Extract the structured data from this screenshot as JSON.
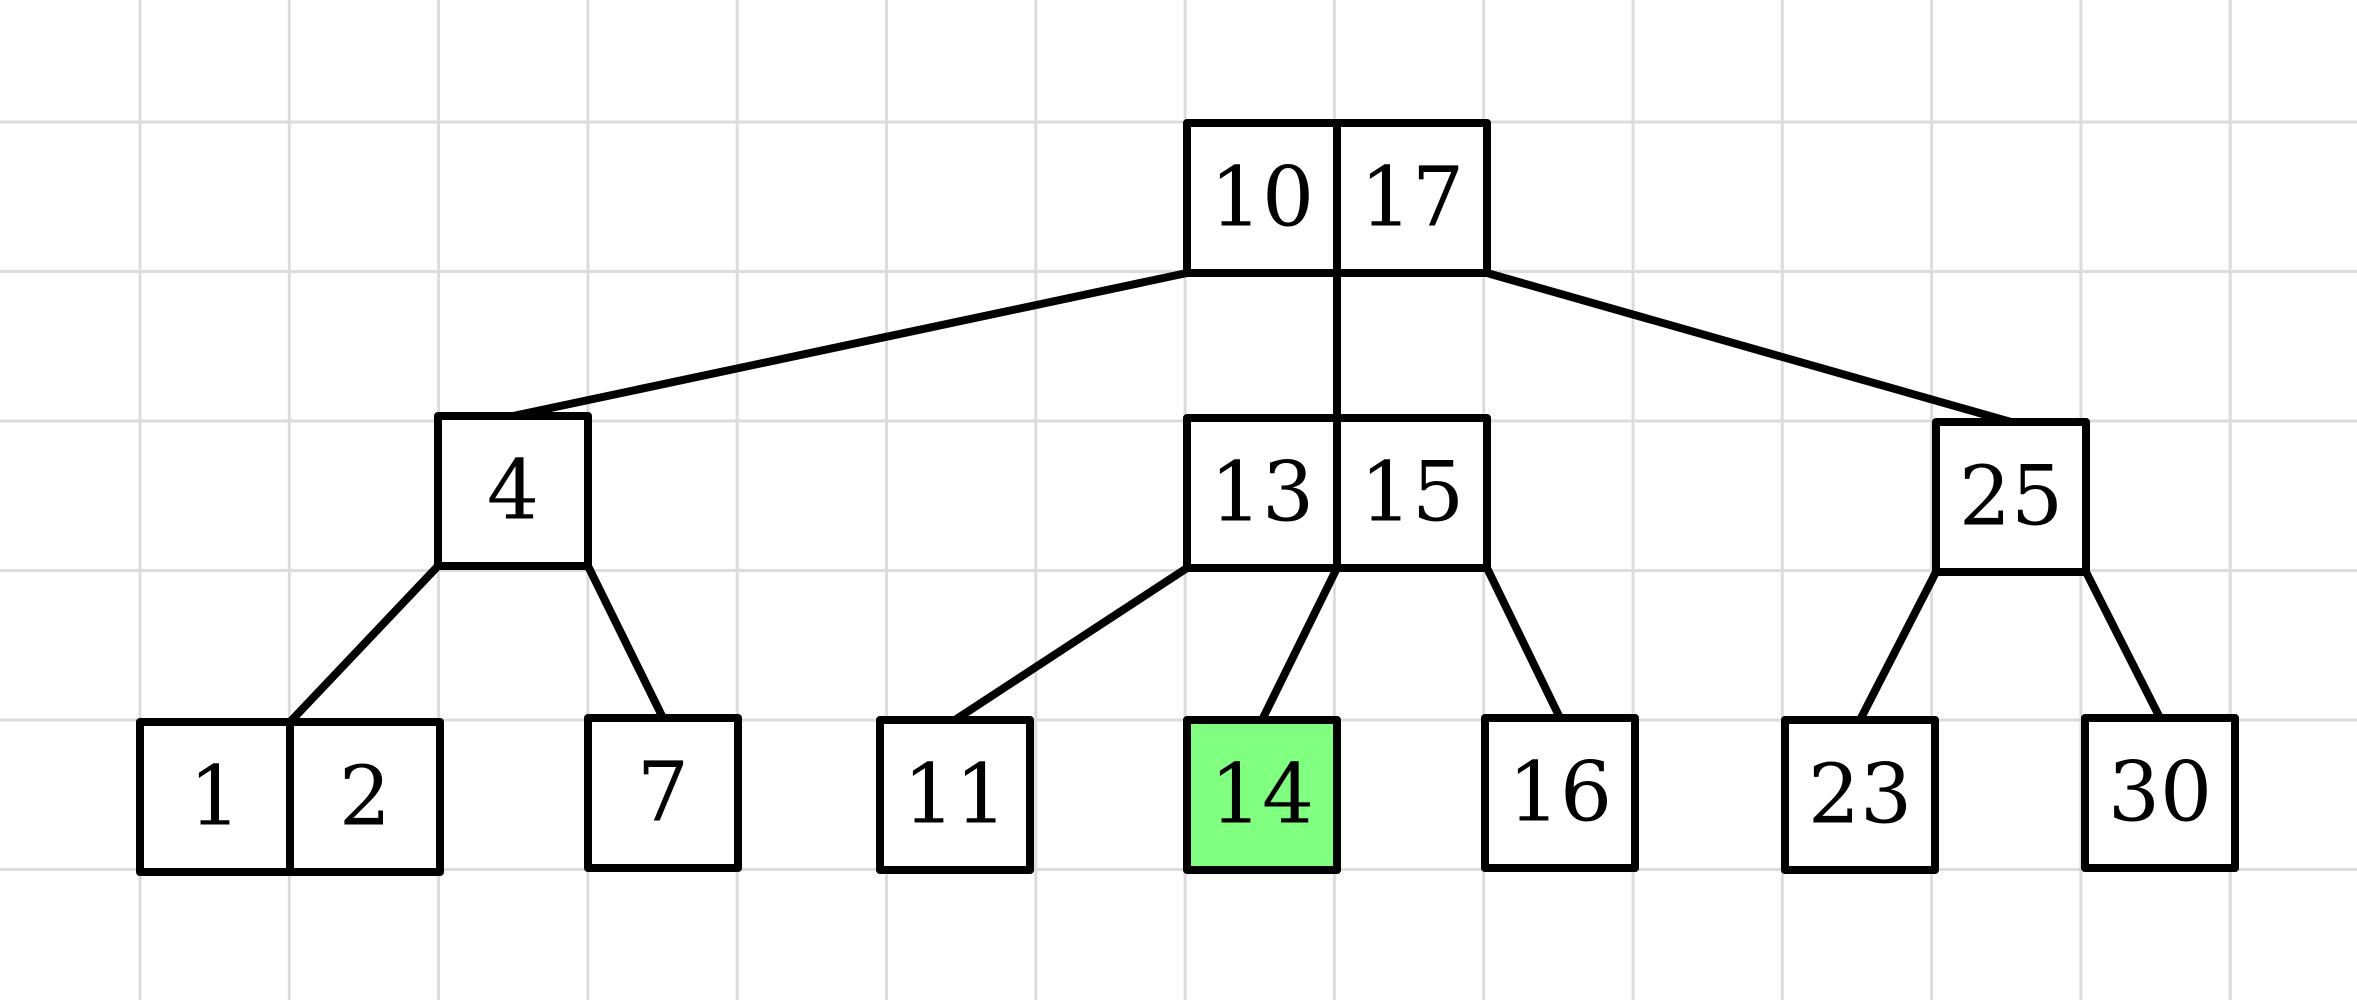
{
  "diagram": {
    "highlight_color": "#80ff80",
    "line_color": "#000000",
    "grid_color": "#dcdcdc",
    "nodes": [
      {
        "id": "root",
        "keys": [
          "10",
          "17"
        ],
        "highlighted": false
      },
      {
        "id": "left",
        "keys": [
          "4"
        ],
        "highlighted": false
      },
      {
        "id": "middle",
        "keys": [
          "13",
          "15"
        ],
        "highlighted": false
      },
      {
        "id": "right",
        "keys": [
          "25"
        ],
        "highlighted": false
      },
      {
        "id": "leaf-1-2",
        "keys": [
          "1",
          "2"
        ],
        "highlighted": false
      },
      {
        "id": "leaf-7",
        "keys": [
          "7"
        ],
        "highlighted": false
      },
      {
        "id": "leaf-11",
        "keys": [
          "11"
        ],
        "highlighted": false
      },
      {
        "id": "leaf-14",
        "keys": [
          "14"
        ],
        "highlighted": true
      },
      {
        "id": "leaf-16",
        "keys": [
          "16"
        ],
        "highlighted": false
      },
      {
        "id": "leaf-23",
        "keys": [
          "23"
        ],
        "highlighted": false
      },
      {
        "id": "leaf-30",
        "keys": [
          "30"
        ],
        "highlighted": false
      }
    ],
    "edges": [
      {
        "from": "root",
        "to": "left"
      },
      {
        "from": "root",
        "to": "middle"
      },
      {
        "from": "root",
        "to": "right"
      },
      {
        "from": "left",
        "to": "leaf-1-2"
      },
      {
        "from": "left",
        "to": "leaf-7"
      },
      {
        "from": "middle",
        "to": "leaf-11"
      },
      {
        "from": "middle",
        "to": "leaf-14"
      },
      {
        "from": "middle",
        "to": "leaf-16"
      },
      {
        "from": "right",
        "to": "leaf-23"
      },
      {
        "from": "right",
        "to": "leaf-30"
      }
    ]
  }
}
